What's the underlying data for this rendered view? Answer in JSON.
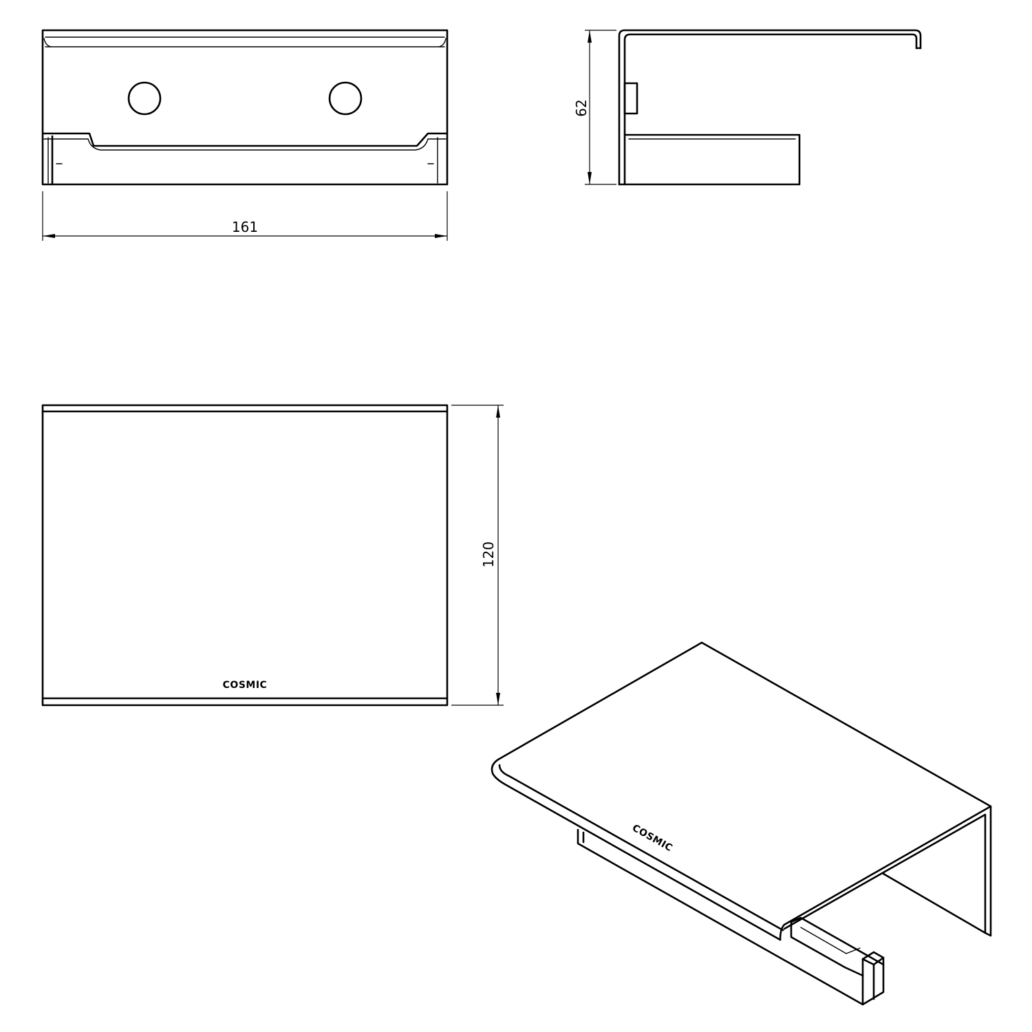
{
  "dimensions": {
    "width": "161",
    "height": "62",
    "depth": "120"
  },
  "brand": {
    "label": "COSMIC"
  },
  "colors": {
    "line": "#000000",
    "background": "#ffffff"
  }
}
